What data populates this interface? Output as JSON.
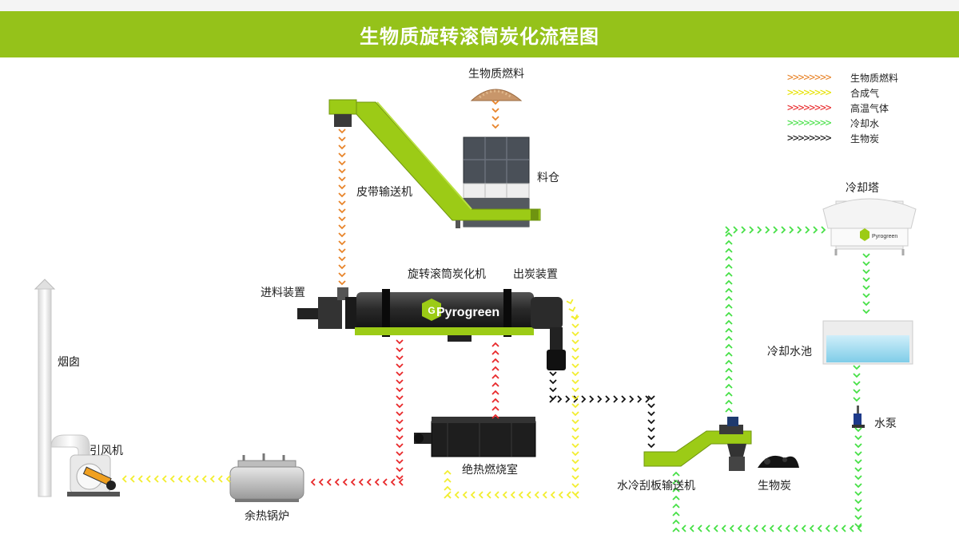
{
  "title": "生物质旋转滚筒炭化流程图",
  "brand": "Pyrogreen",
  "colors": {
    "banner": "#95c21a",
    "equipment_green": "#9ccb16",
    "biomass_fuel": "#e8842a",
    "syngas": "#f2ee2e",
    "hot_gas": "#e8282a",
    "cooling_water": "#46e046",
    "biochar": "#111111"
  },
  "legend": [
    {
      "arrows": ">>>>>>>>",
      "label": "生物质燃料",
      "color": "#e8842a"
    },
    {
      "arrows": ">>>>>>>>",
      "label": "合成气",
      "color": "#f2ee2e"
    },
    {
      "arrows": ">>>>>>>>",
      "label": "高温气体",
      "color": "#e8282a"
    },
    {
      "arrows": ">>>>>>>>",
      "label": "冷却水",
      "color": "#46e046"
    },
    {
      "arrows": ">>>>>>>>",
      "label": "生物炭",
      "color": "#111111"
    }
  ],
  "labels": {
    "biomass_fuel": "生物质燃料",
    "silo": "料仓",
    "belt_conveyor": "皮带输送机",
    "feeder": "进料装置",
    "kiln": "旋转滚筒炭化机",
    "discharge": "出炭装置",
    "chimney": "烟囱",
    "fan": "引风机",
    "boiler": "余热锅炉",
    "combustion": "绝热燃烧室",
    "scraper": "水冷刮板输送机",
    "biochar": "生物炭",
    "cooling_tower": "冷却塔",
    "pool": "冷却水池",
    "pump": "水泵"
  }
}
